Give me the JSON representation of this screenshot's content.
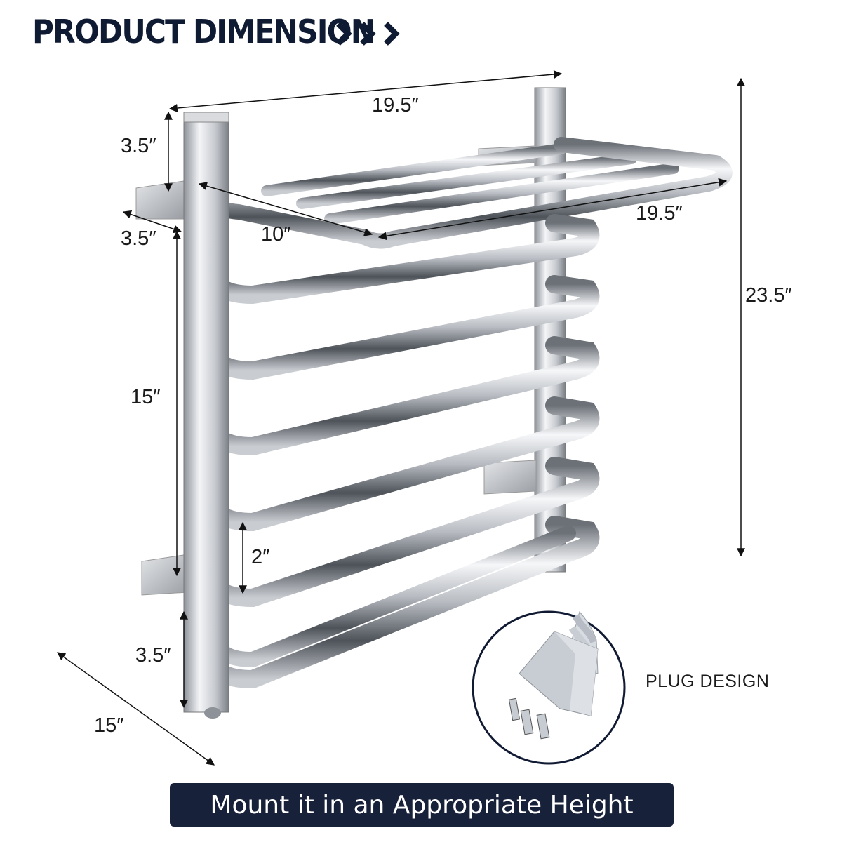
{
  "header": {
    "title": "PRODUCT DIMENSION",
    "chevron_icon": "chevron-right-triple-icon"
  },
  "dimensions": {
    "top_width": "19.5″",
    "shelf_width": "19.5″",
    "shelf_depth": "10″",
    "top_offset": "3.5″",
    "wall_depth": "3.5″",
    "rail_span": "15″",
    "rail_gap": "2″",
    "bottom_offset": "3.5″",
    "base_depth": "15″",
    "total_height": "23.5″"
  },
  "inset": {
    "label": "PLUG DESIGN",
    "icon": "power-plug-icon"
  },
  "footer": {
    "banner_text": "Mount it in an Appropriate Height"
  },
  "colors": {
    "navy": "#18213a",
    "title": "#0f1a33",
    "chrome_dark": "#5a5f66",
    "chrome_light": "#f4f5f7"
  }
}
